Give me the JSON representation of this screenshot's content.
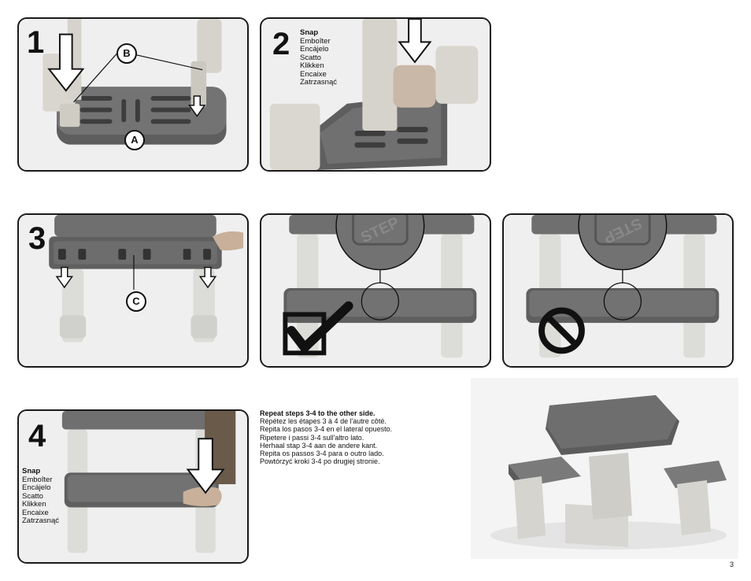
{
  "steps": {
    "step1": {
      "number": "1",
      "callout_a": "A",
      "callout_b": "B"
    },
    "step2": {
      "number": "2",
      "instructions": [
        "Snap",
        "Emboîter",
        "Encájelo",
        "Scatto",
        "Klikken",
        "Encaixe",
        "Zatrzasnąć"
      ]
    },
    "step3": {
      "number": "3",
      "callout_c": "C"
    },
    "step4": {
      "number": "4",
      "instructions": [
        "Snap",
        "Emboîter",
        "Encájelo",
        "Scatto",
        "Klikken",
        "Encaixe",
        "Zatrzasnąć"
      ]
    }
  },
  "repeat_text": [
    "Repeat steps 3-4 to the other side.",
    "Répétez les étapes 3 à 4 de l'autre côté.",
    "Repita los pasos 3-4 en el lateral opuesto.",
    "Ripetere i passi 3-4 sull'altro lato.",
    "Herhaal stap 3-4 aan de andere kant.",
    "Repita os passos 3-4 para o outro lado.",
    "Powtórzyć kroki 3-4 po drugiej stronie."
  ],
  "page_number": "3",
  "colors": {
    "frame": "#1a1a1a",
    "seat": "#6e6e6e",
    "leg": "#dcdcd8",
    "panel_bg": "#eeeeee",
    "check": "#111111"
  },
  "icons": {
    "correct": "checkmark-icon",
    "incorrect": "prohibited-icon"
  }
}
